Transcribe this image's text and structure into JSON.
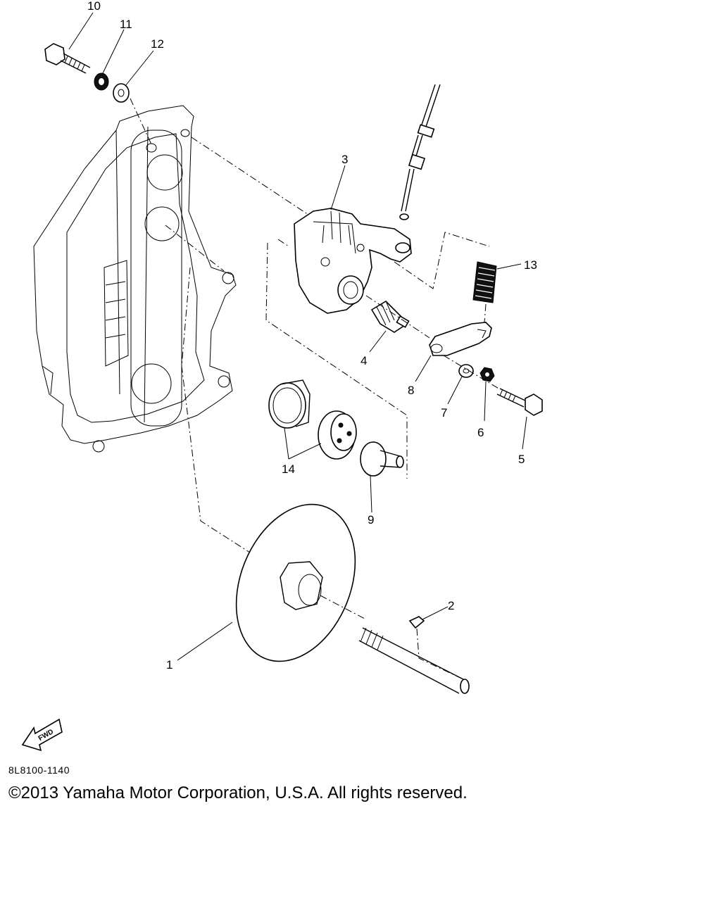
{
  "diagram": {
    "callouts": [
      {
        "id": "c10",
        "text": "10"
      },
      {
        "id": "c11",
        "text": "11"
      },
      {
        "id": "c12",
        "text": "12"
      },
      {
        "id": "c3",
        "text": "3"
      },
      {
        "id": "c13",
        "text": "13"
      },
      {
        "id": "c4",
        "text": "4"
      },
      {
        "id": "c8",
        "text": "8"
      },
      {
        "id": "c7",
        "text": "7"
      },
      {
        "id": "c6",
        "text": "6"
      },
      {
        "id": "c5",
        "text": "5"
      },
      {
        "id": "c14",
        "text": "14"
      },
      {
        "id": "c9",
        "text": "9"
      },
      {
        "id": "c2",
        "text": "2"
      },
      {
        "id": "c1",
        "text": "1"
      }
    ],
    "fwd_arrow_label": "FWD",
    "diagram_code": "8L8100-1140"
  },
  "footer": {
    "copyright": "©2013 Yamaha Motor Corporation, U.S.A. All rights reserved."
  }
}
